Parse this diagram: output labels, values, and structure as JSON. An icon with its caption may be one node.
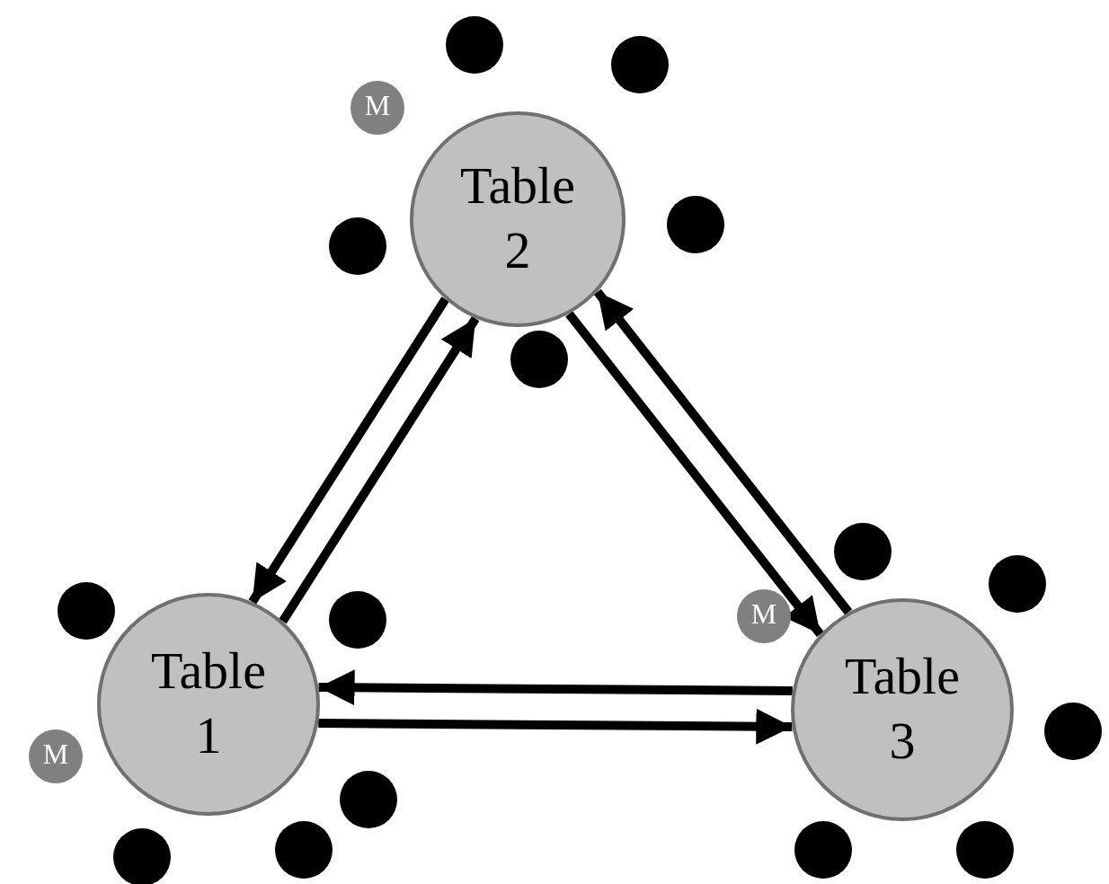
{
  "diagram": {
    "nodes": [
      {
        "text": [],
        "shape": "circle"
      },
      {
        "text": [],
        "shape": "circle"
      },
      {
        "text": [
          "M"
        ]
      },
      {
        "text": [
          "Table 2"
        ]
      },
      {
        "text": [],
        "shape": "circle"
      },
      {
        "text": [],
        "shape": "circle"
      },
      {
        "text": [],
        "shape": "circle"
      },
      {
        "text": [],
        "shape": "circle"
      },
      {
        "text": [],
        "shape": "circle"
      },
      {
        "text": [
          "M"
        ]
      },
      {
        "text": [],
        "shape": "circle"
      },
      {
        "text": [],
        "shape": "circle"
      },
      {
        "text": [
          "Table 1"
        ]
      },
      {
        "text": [
          "Table 3"
        ]
      },
      {
        "text": [],
        "shape": "circle"
      },
      {
        "text": [
          "M"
        ]
      },
      {
        "text": [],
        "shape": "circle"
      },
      {
        "text": [],
        "shape": "circle"
      },
      {
        "text": [],
        "shape": "circle"
      },
      {
        "text": [],
        "shape": "circle"
      },
      {
        "text": [],
        "shape": "circle"
      }
    ],
    "edges": [
      {
        "from": 12,
        "to": 3,
        "arrow": "to"
      },
      {
        "from": 3,
        "to": 12,
        "arrow": "to"
      },
      {
        "from": 3,
        "to": 13,
        "arrow": "to"
      },
      {
        "from": 13,
        "to": 3,
        "arrow": "to"
      },
      {
        "from": 12,
        "to": 13,
        "arrow": "to"
      },
      {
        "from": 13,
        "to": 12,
        "arrow": "to"
      }
    ]
  }
}
